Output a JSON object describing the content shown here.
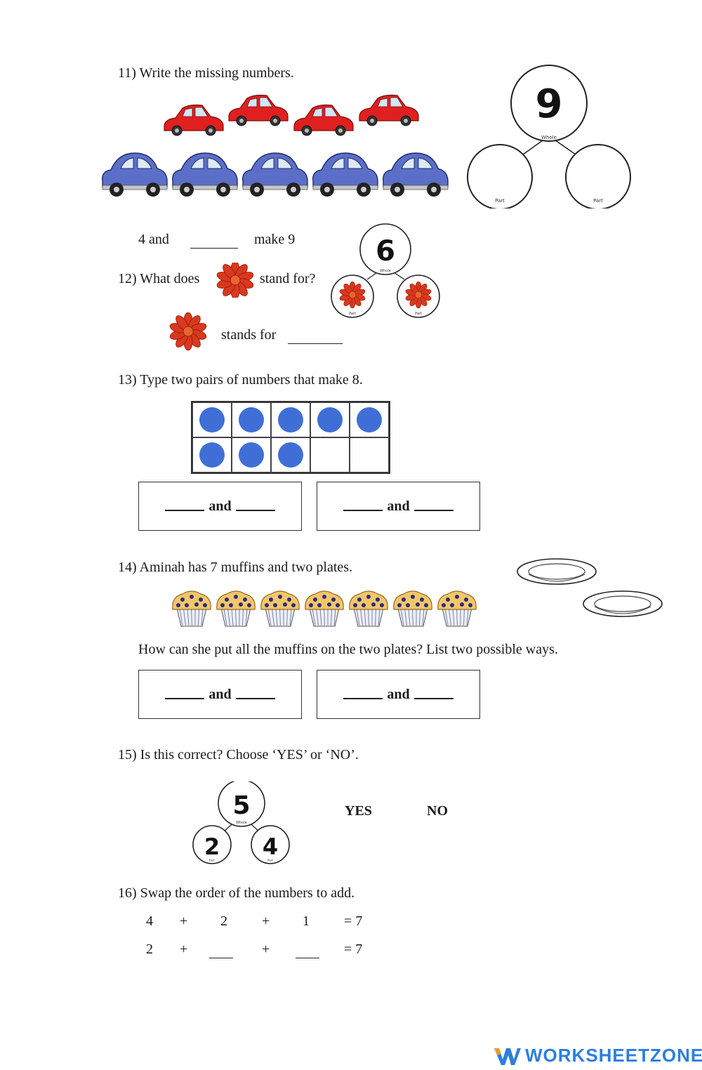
{
  "q11": {
    "title": "11) Write the missing numbers.",
    "whole_value": "9",
    "whole_label": "Whole",
    "part_label_left": "Part",
    "part_label_right": "Part",
    "sentence_start": "4 and",
    "sentence_end": "make 9",
    "red_cars": 4,
    "blue_cars": 5
  },
  "q12": {
    "title_start": "12) What does",
    "title_end": "stand for?",
    "whole_value": "6",
    "whole_label": "Whole",
    "part_label_left": "Part",
    "part_label_right": "Part",
    "answer_text": "stands for"
  },
  "q13": {
    "title": "13) Type two pairs of numbers that make 8.",
    "ten_frame_filled": 8,
    "ten_frame_total": 10,
    "box_word": "and"
  },
  "q14": {
    "title": "14) Aminah has 7 muffins and two plates.",
    "muffin_count": 7,
    "question": "How can she put all the muffins on the two plates? List two possible ways.",
    "box_word": "and"
  },
  "q15": {
    "title": "15) Is this correct? Choose ‘YES’ or ‘NO’.",
    "whole_value": "5",
    "whole_label": "Whole",
    "part_left": "2",
    "part_right": "4",
    "part_label": "Part",
    "yes_label": "YES",
    "no_label": "NO"
  },
  "q16": {
    "title": "16) Swap the order of the numbers to add.",
    "row1": [
      "4",
      "+",
      "2",
      "+",
      "1",
      "= 7"
    ],
    "row2": [
      "2",
      "+",
      "",
      "+",
      "",
      "= 7"
    ]
  },
  "footer": {
    "logo_mark": "W",
    "brand": "WORKSHEETZONE",
    "colors": {
      "brand_blue": "#2d7ee0",
      "brand_orange": "#f39a2a"
    }
  }
}
